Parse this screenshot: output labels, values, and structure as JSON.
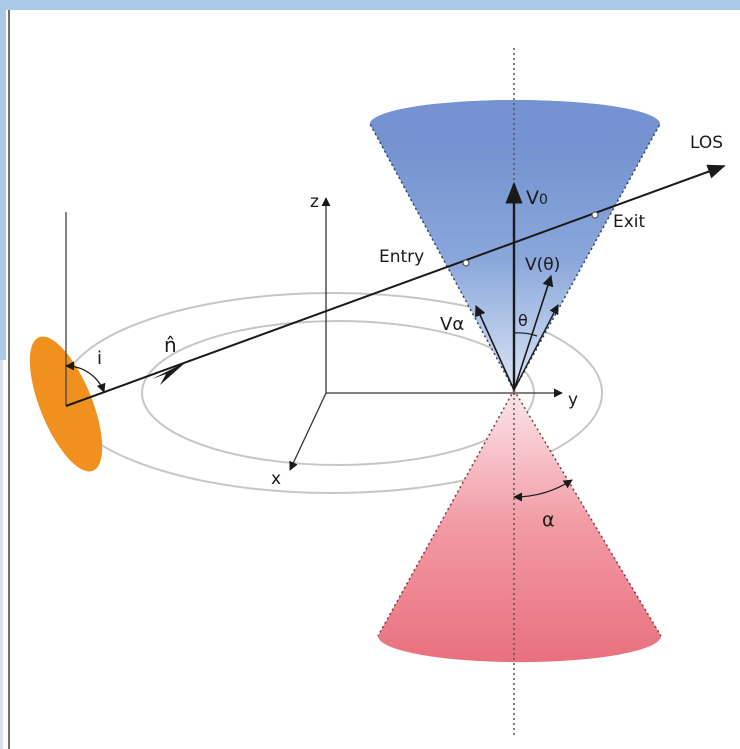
{
  "labels": {
    "los": "LOS",
    "v0": "V",
    "v0_sub": "0",
    "exit": "Exit",
    "entry": "Entry",
    "vtheta": "V(θ)",
    "valpha": "Vα",
    "theta": "θ",
    "n_hat": "n̂",
    "i": "i",
    "z": "z",
    "y": "y",
    "x": "x",
    "alpha": "α"
  },
  "colors": {
    "frame": "#a9c9e4",
    "cone_top": "#6f90cf",
    "cone_bottom": "#e8707d",
    "disk": "#f0901e",
    "ink": "#1a1a1a",
    "orbit": "#c6c6c6"
  }
}
